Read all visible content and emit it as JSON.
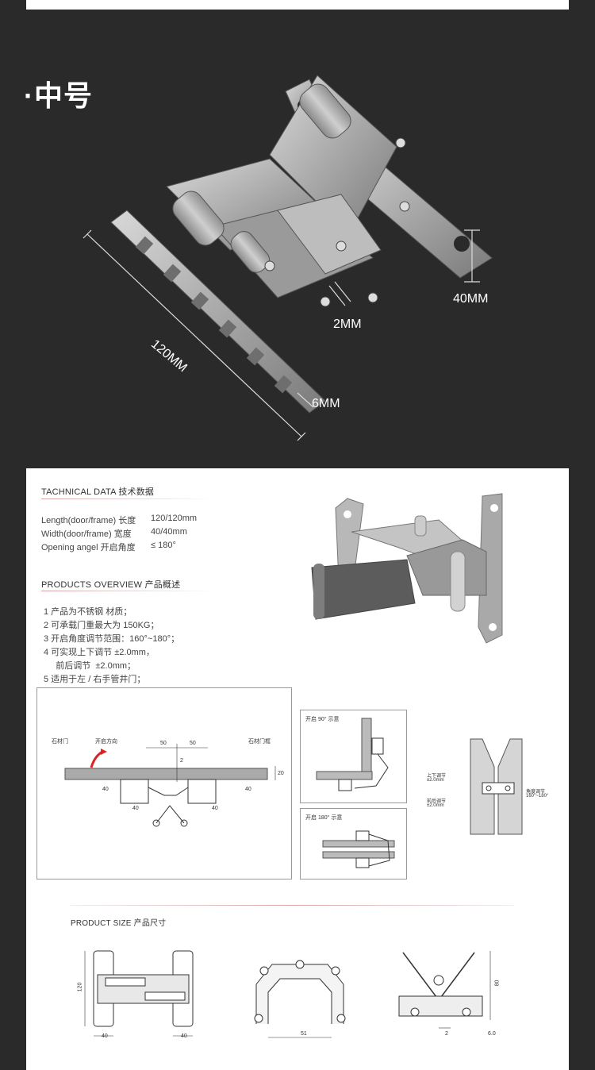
{
  "hero": {
    "title": "·中号",
    "dimensions": {
      "length": "120MM",
      "thickness_6": "6MM",
      "gap_2": "2MM",
      "width_40": "40MM"
    }
  },
  "technical": {
    "heading": "TACHNICAL DATA 技术数据",
    "rows": [
      {
        "label": "Length(door/frame)  长度",
        "value": "120/120mm"
      },
      {
        "label": "Width(door/frame)   宽度",
        "value": "40/40mm"
      },
      {
        "label": "Opening angel  开启角度",
        "value": "≤ 180°"
      }
    ]
  },
  "overview": {
    "heading": "PRODUCTS OVERVIEW 产品概述",
    "items": [
      "1  产品为不锈钢 材质；",
      "2  可承载门重最大为 150KG；",
      "3  开启角度调节范围：160°~180°；",
      "4  可实现上下调节  ±2.0mm，",
      "     前后调节  ±2.0mm；",
      "5  适用于左 / 右手管井门；"
    ]
  },
  "install_diagram": {
    "stone_door": "石材门",
    "open_direction": "开启方向",
    "stone_frame": "石材门框",
    "dims": [
      "50",
      "50",
      "2",
      "20",
      "40",
      "40",
      "40",
      "40"
    ]
  },
  "open90": {
    "label": "开启 90° 示意"
  },
  "open180": {
    "label": "开启 180° 示意"
  },
  "adjust": {
    "up_down": "上下调节",
    "up_down_val": "±2.0mm",
    "angle": "角度调节",
    "angle_val": "160°~180°",
    "front_back": "前后调节",
    "front_back_val": "±2.0mm"
  },
  "product_size": {
    "heading": "PRODUCT SIZE 产品尺寸",
    "dims": [
      "120",
      "40",
      "40",
      "51",
      "80",
      "2",
      "6.0"
    ]
  }
}
